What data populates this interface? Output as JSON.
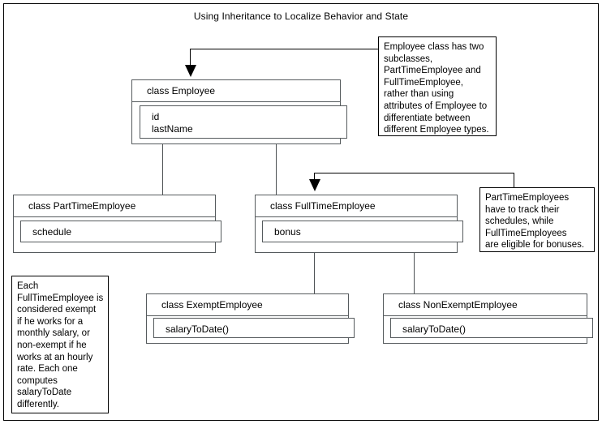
{
  "diagram": {
    "title": "Using Inheritance to Localize Behavior and State",
    "type": "uml-class-inheritance"
  },
  "classes": {
    "employee": {
      "header": "class Employee",
      "members": "id\nlastName"
    },
    "part_time_employee": {
      "header": "class PartTimeEmployee",
      "members": "schedule"
    },
    "full_time_employee": {
      "header": "class FullTimeEmployee",
      "members": "bonus"
    },
    "exempt_employee": {
      "header": "class ExemptEmployee",
      "members": "salaryToDate()"
    },
    "non_exempt_employee": {
      "header": "class NonExemptEmployee",
      "members": "salaryToDate()"
    }
  },
  "notes": {
    "employee_note": "Employee class has two\nsubclasses,\nPartTimeEmployee and\nFullTimeEmployee,\nrather than using\nattributes of Employee to\ndifferentiate between\ndifferent Employee types.",
    "subclass_note": "PartTimeEmployees\nhave to track their\nschedules, while\nFullTimeEmployees\nare eligible for bonuses.",
    "exempt_note": "Each\nFullTimeEmployee is\nconsidered exempt\nif he works for a\nmonthly salary, or\nnon-exempt if he\nworks at an hourly\nrate. Each one\ncomputes\nsalaryToDate\ndifferently."
  },
  "colors": {
    "line": "#555a5d",
    "arrow": "#000000",
    "background": "#ffffff",
    "text": "#000000"
  }
}
